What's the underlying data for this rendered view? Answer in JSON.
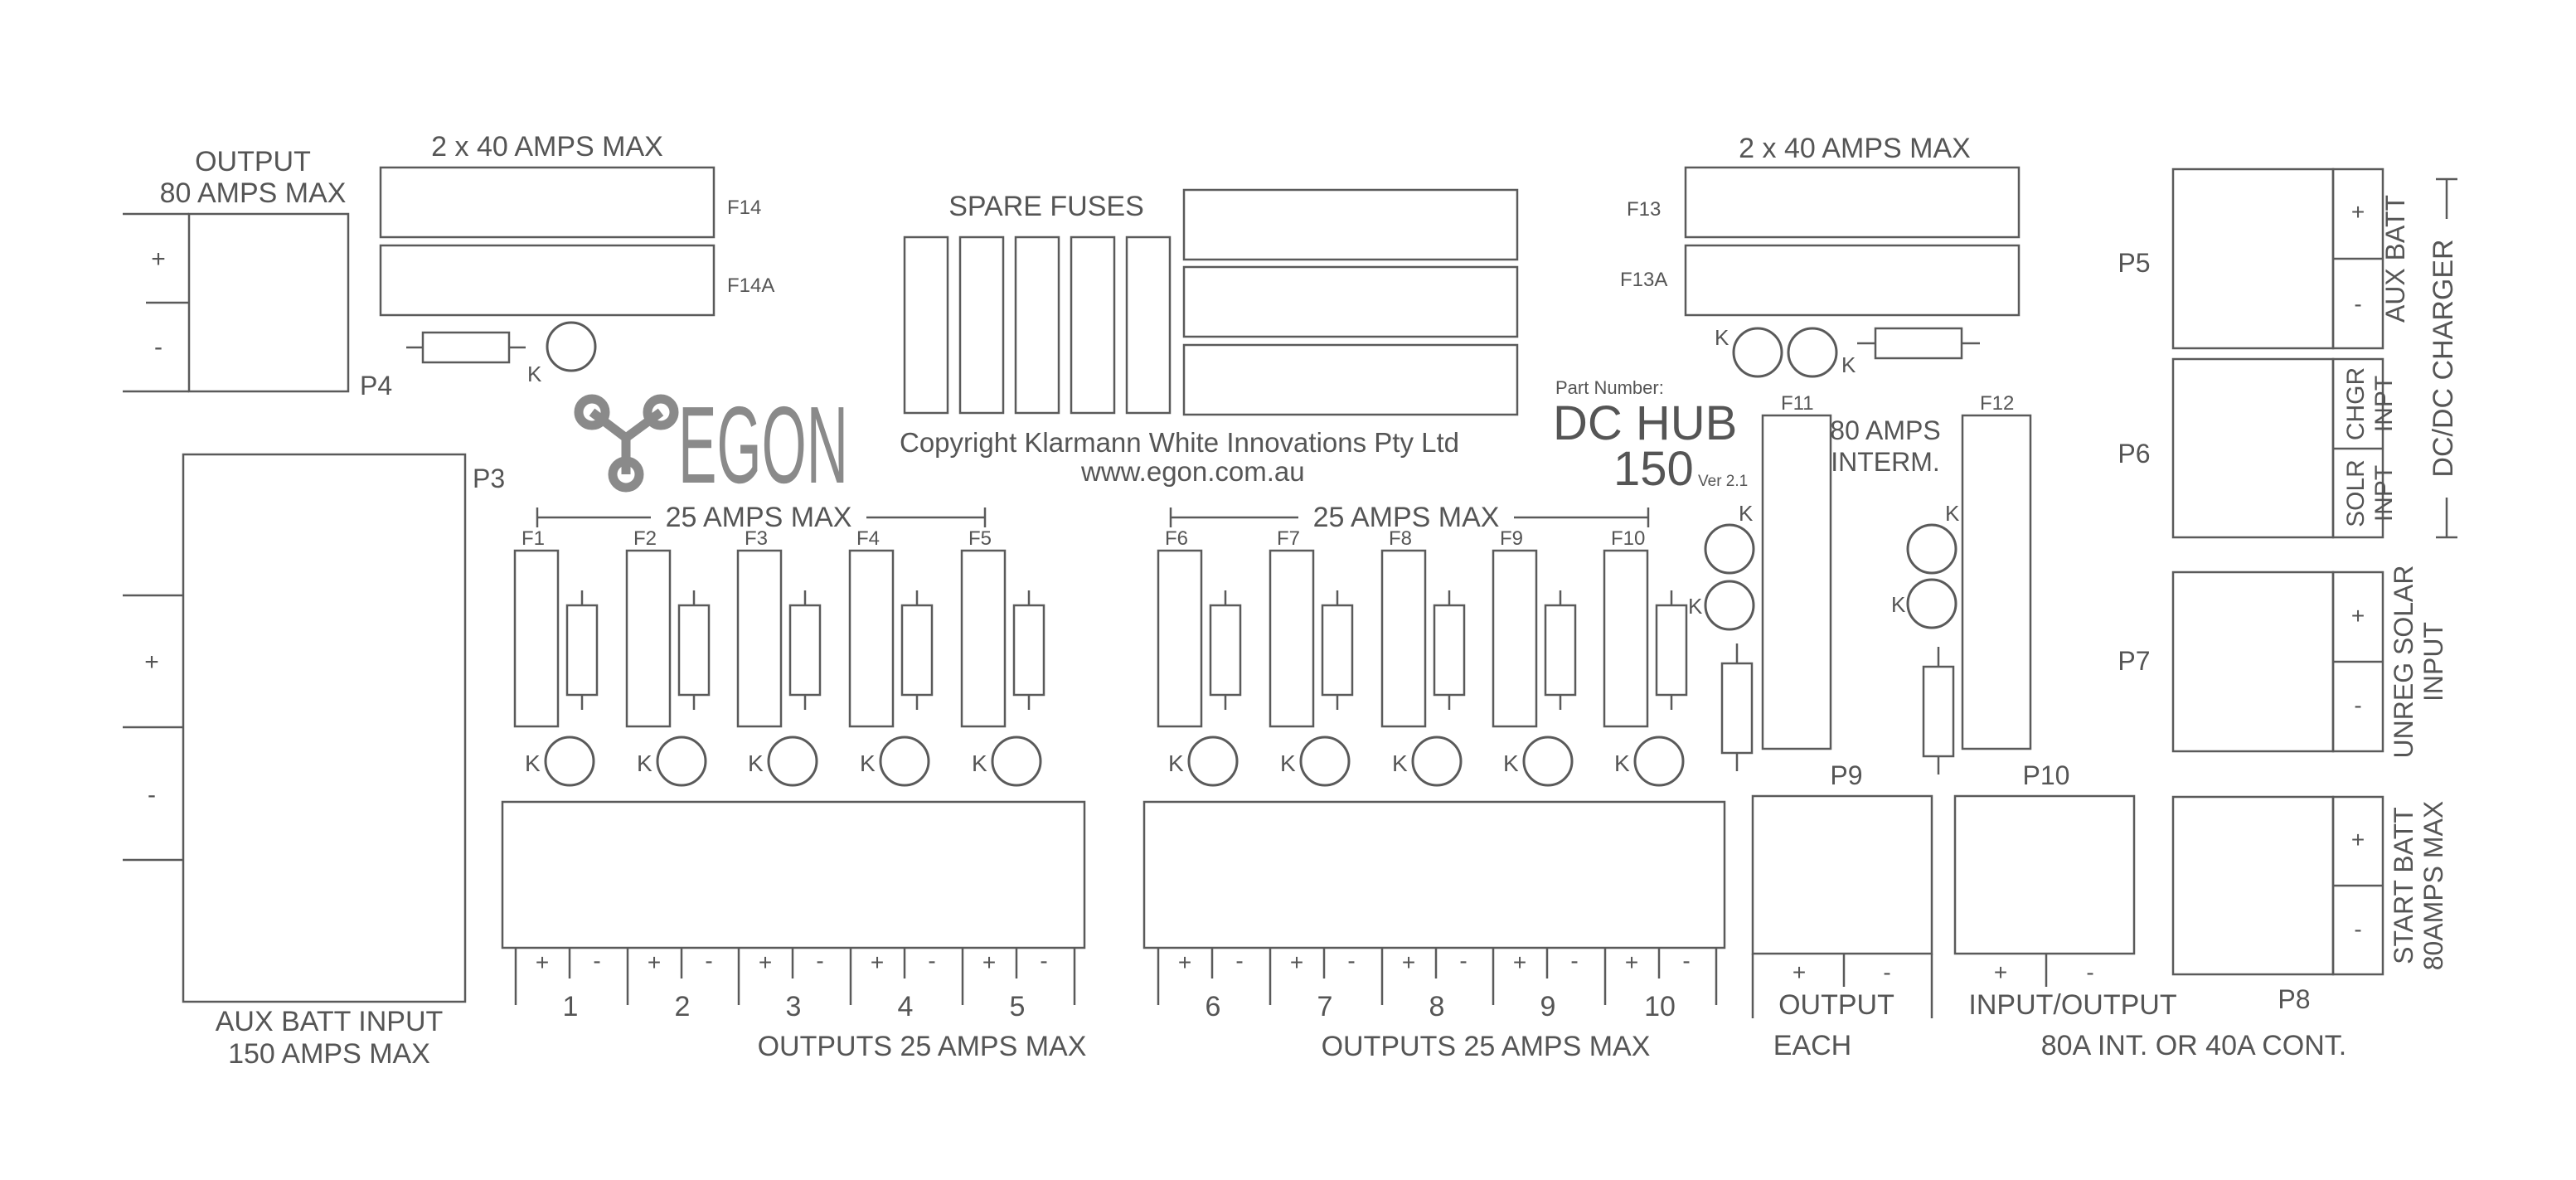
{
  "header_left": {
    "line1": "OUTPUT",
    "line2": "80 AMPS MAX"
  },
  "fuse_rating_left": "2 x 40 AMPS MAX",
  "fuse_rating_right": "2 x 40 AMPS MAX",
  "spare_fuses": "SPARE FUSES",
  "fuse_labels": {
    "f14": "F14",
    "f14a": "F14A",
    "f13": "F13",
    "f13a": "F13A",
    "f11": "F11",
    "f12": "F12",
    "f1": "F1",
    "f2": "F2",
    "f3": "F3",
    "f4": "F4",
    "f5": "F5",
    "f6": "F6",
    "f7": "F7",
    "f8": "F8",
    "f9": "F9",
    "f10": "F10"
  },
  "ports": {
    "p3": "P3",
    "p4": "P4",
    "p5": "P5",
    "p6": "P6",
    "p7": "P7",
    "p8": "P8",
    "p9": "P9",
    "p10": "P10"
  },
  "signs": {
    "plus": "+",
    "minus": "-",
    "k": "K"
  },
  "brand": {
    "logo_text": "EGON",
    "copyright": "Copyright Klarmann  White Innovations Pty Ltd",
    "website": "www.egon.com.au"
  },
  "part": {
    "label": "Part Number:",
    "name": "DC HUB",
    "number": "150",
    "version": "Ver 2.1"
  },
  "interm": {
    "line1": "80 AMPS",
    "line2": "INTERM."
  },
  "rating_25": "25 AMPS MAX",
  "outputs": [
    "1",
    "2",
    "3",
    "4",
    "5",
    "6",
    "7",
    "8",
    "9",
    "10"
  ],
  "outputs_caption": "OUTPUTS 25 AMPS MAX",
  "aux_batt_input": {
    "line1": "AUX BATT INPUT",
    "line2": "150 AMPS MAX"
  },
  "p9_caption": {
    "line1": "OUTPUT",
    "line2": "EACH"
  },
  "p10_caption": {
    "line1": "INPUT/OUTPUT",
    "line2": "80A INT. OR 40A CONT."
  },
  "side_labels": {
    "aux_batt": "AUX BATT",
    "chgr": "CHGR",
    "inpt1": "INPT",
    "solr": "SOLR",
    "inpt2": "INPT",
    "dcdc": "DC/DC CHARGER",
    "unreg1": "UNREG SOLAR",
    "unreg2": "INPUT",
    "start1": "START BATT",
    "start2": "80AMPS MAX"
  },
  "colors": {
    "ink": "#5a5a5a",
    "logo": "#8a8a8a",
    "background": "#ffffff"
  }
}
